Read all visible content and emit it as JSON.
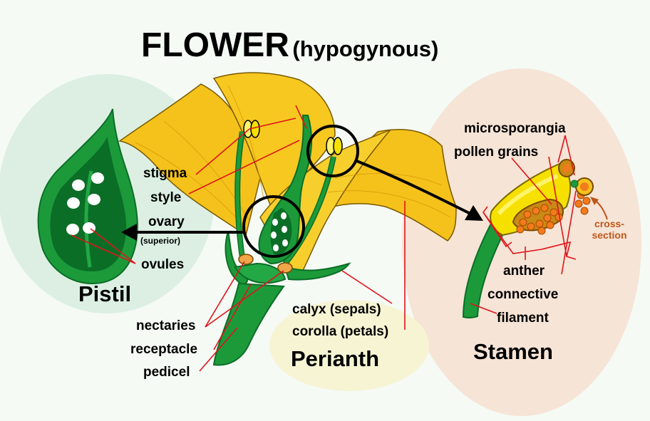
{
  "title": {
    "main": "FLOWER",
    "sub": "(hypogynous)"
  },
  "labels": {
    "stigma": "stigma",
    "style": "style",
    "ovary": "ovary",
    "superior": "(superior)",
    "ovules": "ovules",
    "pistil": "Pistil",
    "nectaries": "nectaries",
    "receptacle": "receptacle",
    "pedicel": "pedicel",
    "calyx": "calyx (sepals)",
    "corolla": "corolla (petals)",
    "perianth": "Perianth",
    "microsporangia": "microsporangia",
    "pollen_grains": "pollen grains",
    "anther": "anther",
    "connective": "connective",
    "filament": "filament",
    "stamen": "Stamen",
    "cross_section": "cross-\nsection"
  },
  "colors": {
    "background": "#f5faf5",
    "petal": "#f5c21b",
    "green": "#1c9a3a",
    "dark_green": "#0b6e27",
    "pistil_bg": "#dcefe2",
    "stamen_bg": "#f6e4d6",
    "perianth_bg": "#f7f4d4",
    "leader_line": "#e0141b",
    "pointer": "#000000",
    "cross_section_text": "#c0561a"
  }
}
